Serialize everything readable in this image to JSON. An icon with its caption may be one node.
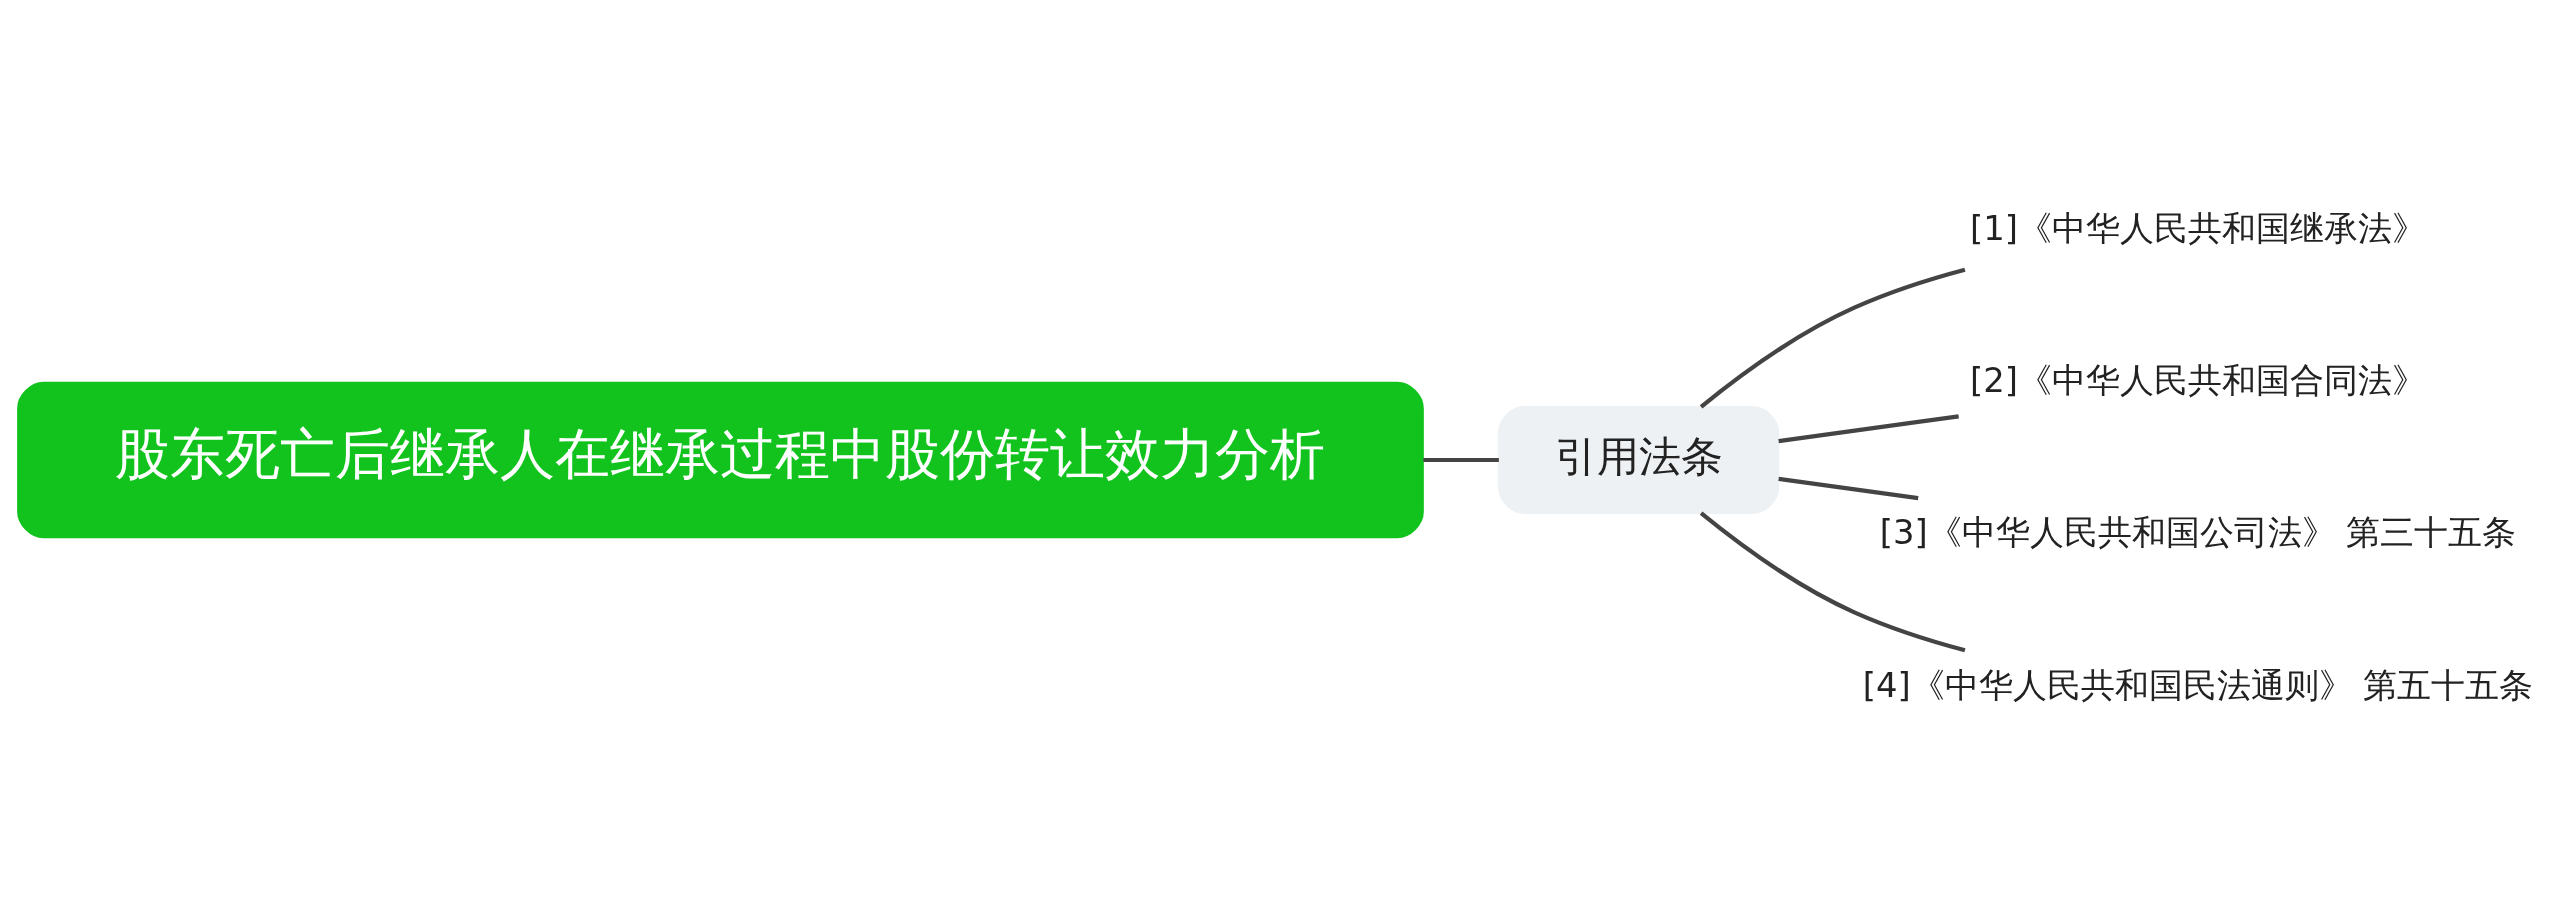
{
  "diagram": {
    "nodes": [
      {
        "text": [
          "股东死亡后继承人在继承过程中股份转让效力分析"
        ]
      },
      {
        "text": [
          "引用法条"
        ]
      },
      {
        "text": [
          "[1]《中华人民共和国继承法》"
        ]
      },
      {
        "text": [
          "[2]《中华人民共和国合同法》"
        ]
      },
      {
        "text": [
          "[3]《中华人民共和国公司法》 第三十五条"
        ]
      },
      {
        "text": [
          "[4]《中华人民共和国民法通则》 第五十五条"
        ]
      }
    ],
    "edges": [
      {
        "from": 0,
        "to": 1,
        "arrow": "none"
      },
      {
        "from": 1,
        "to": 2,
        "arrow": "none"
      },
      {
        "from": 1,
        "to": 3,
        "arrow": "none"
      },
      {
        "from": 1,
        "to": 4,
        "arrow": "none"
      },
      {
        "from": 1,
        "to": 5,
        "arrow": "none"
      }
    ]
  }
}
